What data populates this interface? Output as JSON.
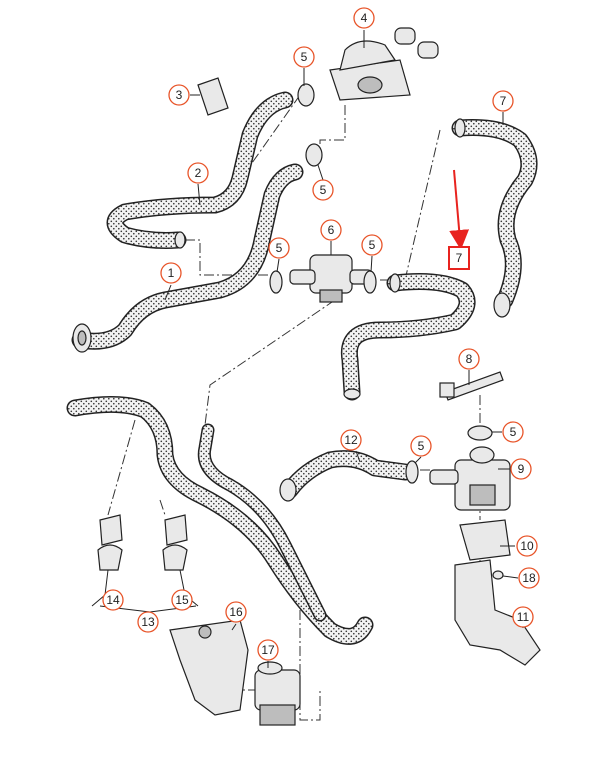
{
  "diagram": {
    "colors": {
      "callout_circle": "#e8552a",
      "highlight": "#e8231f",
      "hose_fill": "#f1f1f1",
      "hose_dot": "#333333",
      "line": "#222222"
    },
    "callouts": [
      {
        "id": "c4",
        "label": "4"
      },
      {
        "id": "c5a",
        "label": "5"
      },
      {
        "id": "c3",
        "label": "3"
      },
      {
        "id": "c7a",
        "label": "7"
      },
      {
        "id": "c2",
        "label": "2"
      },
      {
        "id": "c5b",
        "label": "5"
      },
      {
        "id": "c6",
        "label": "6"
      },
      {
        "id": "c5c",
        "label": "5"
      },
      {
        "id": "c5d",
        "label": "5"
      },
      {
        "id": "c1",
        "label": "1"
      },
      {
        "id": "c8",
        "label": "8"
      },
      {
        "id": "c5e",
        "label": "5"
      },
      {
        "id": "c12",
        "label": "12"
      },
      {
        "id": "c5f",
        "label": "5"
      },
      {
        "id": "c9",
        "label": "9"
      },
      {
        "id": "c10",
        "label": "10"
      },
      {
        "id": "c18",
        "label": "18"
      },
      {
        "id": "c11",
        "label": "11"
      },
      {
        "id": "c14",
        "label": "14"
      },
      {
        "id": "c15",
        "label": "15"
      },
      {
        "id": "c13",
        "label": "13"
      },
      {
        "id": "c16",
        "label": "16"
      },
      {
        "id": "c17",
        "label": "17"
      }
    ],
    "highlighted_label": "7"
  }
}
